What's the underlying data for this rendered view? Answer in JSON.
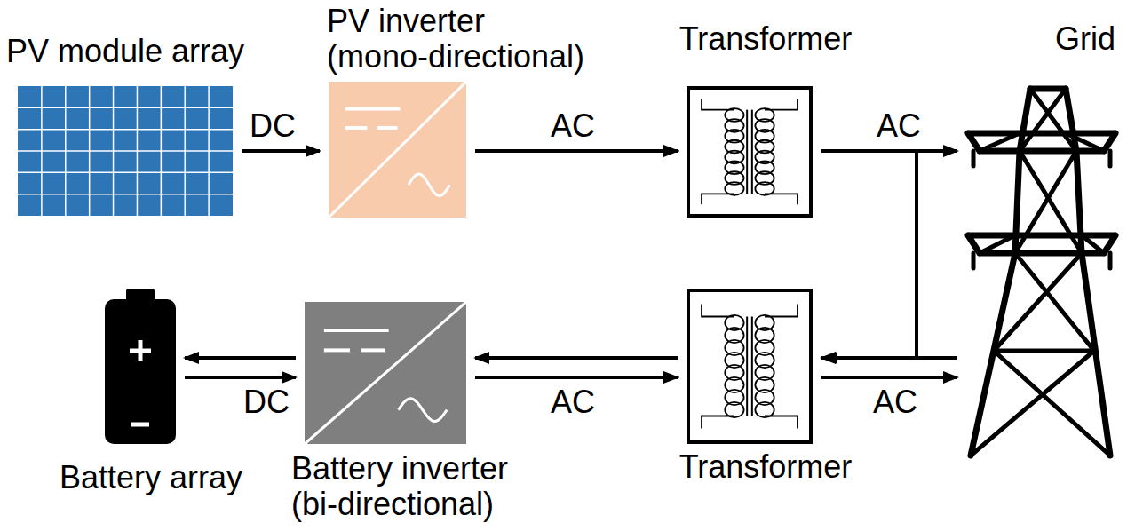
{
  "diagram": {
    "nodes": [
      {
        "text": [
          "PV module array"
        ]
      },
      {
        "text": [
          "PV inverter (mono-directional)"
        ]
      },
      {
        "text": [
          "Transformer"
        ]
      },
      {
        "text": [
          "Grid"
        ]
      },
      {
        "text": [
          "Battery array"
        ]
      },
      {
        "text": [
          "Battery inverter (bi-directional)"
        ]
      },
      {
        "text": [
          "Transformer"
        ]
      }
    ],
    "edges": [
      {
        "from": 0,
        "to": 1,
        "label": "DC",
        "arrow": "to"
      },
      {
        "from": 1,
        "to": 2,
        "label": "AC",
        "arrow": "to"
      },
      {
        "from": 2,
        "to": 3,
        "label": "AC",
        "arrow": "to"
      },
      {
        "from": 2,
        "to": 6,
        "arrow": "to"
      },
      {
        "from": 4,
        "to": 5,
        "label": "DC",
        "arrow": "both"
      },
      {
        "from": 5,
        "to": 6,
        "label": "AC",
        "arrow": "both"
      },
      {
        "from": 6,
        "to": 3,
        "label": "AC",
        "arrow": "both"
      }
    ]
  }
}
